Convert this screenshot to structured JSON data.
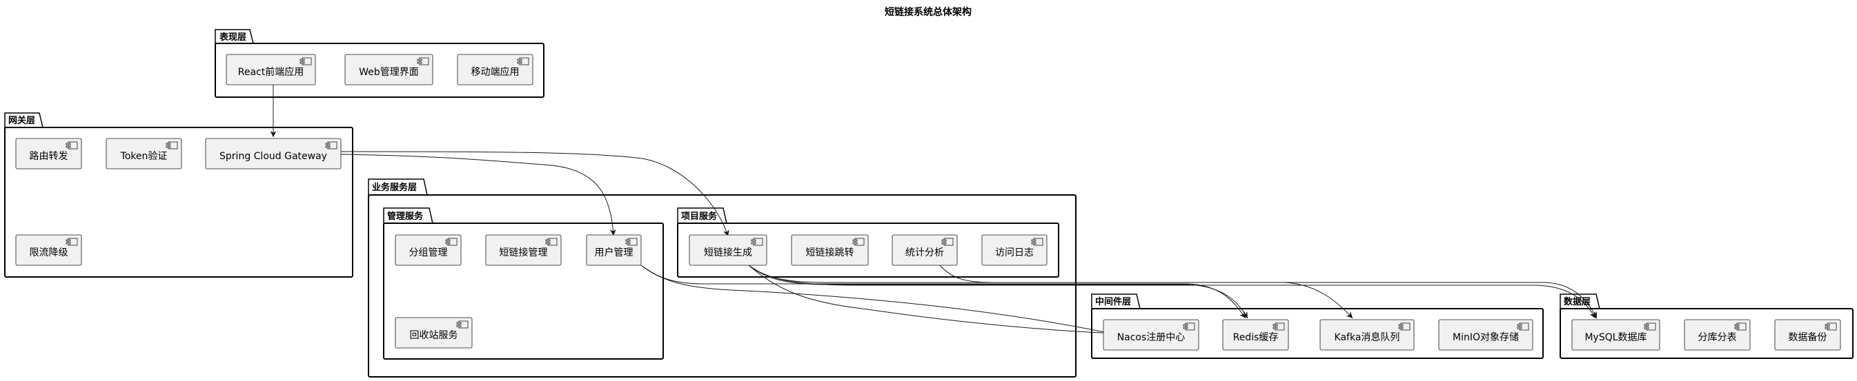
{
  "title": "短链接系统总体架构",
  "packages": [
    {
      "id": "presentation",
      "label": "表现层"
    },
    {
      "id": "gateway",
      "label": "网关层"
    },
    {
      "id": "business",
      "label": "业务服务层"
    },
    {
      "id": "admin",
      "label": "管理服务"
    },
    {
      "id": "project",
      "label": "项目服务"
    },
    {
      "id": "middleware",
      "label": "中间件层"
    },
    {
      "id": "data",
      "label": "数据层"
    }
  ],
  "components": [
    {
      "id": "react",
      "label": "React前端应用"
    },
    {
      "id": "web",
      "label": "Web管理界面"
    },
    {
      "id": "mobile",
      "label": "移动端应用"
    },
    {
      "id": "route",
      "label": "路由转发"
    },
    {
      "id": "token",
      "label": "Token验证"
    },
    {
      "id": "scg",
      "label": "Spring Cloud Gateway"
    },
    {
      "id": "limit",
      "label": "限流降级"
    },
    {
      "id": "group",
      "label": "分组管理"
    },
    {
      "id": "linkmgr",
      "label": "短链接管理"
    },
    {
      "id": "user",
      "label": "用户管理"
    },
    {
      "id": "recycle",
      "label": "回收站服务"
    },
    {
      "id": "gen",
      "label": "短链接生成"
    },
    {
      "id": "jump",
      "label": "短链接跳转"
    },
    {
      "id": "stats",
      "label": "统计分析"
    },
    {
      "id": "log",
      "label": "访问日志"
    },
    {
      "id": "nacos",
      "label": "Nacos注册中心"
    },
    {
      "id": "redis",
      "label": "Redis缓存"
    },
    {
      "id": "kafka",
      "label": "Kafka消息队列"
    },
    {
      "id": "minio",
      "label": "MinIO对象存储"
    },
    {
      "id": "mysql",
      "label": "MySQL数据库"
    },
    {
      "id": "shard",
      "label": "分库分表"
    },
    {
      "id": "backup",
      "label": "数据备份"
    }
  ],
  "edges": [
    {
      "from": "react",
      "to": "scg"
    },
    {
      "from": "scg",
      "to": "user"
    },
    {
      "from": "scg",
      "to": "gen"
    },
    {
      "from": "user",
      "to": "redis"
    },
    {
      "from": "user",
      "to": "nacos"
    },
    {
      "from": "gen",
      "to": "redis"
    },
    {
      "from": "gen",
      "to": "kafka"
    },
    {
      "from": "gen",
      "to": "nacos"
    },
    {
      "from": "gen",
      "to": "mysql"
    },
    {
      "from": "stats",
      "to": "mysql"
    }
  ]
}
